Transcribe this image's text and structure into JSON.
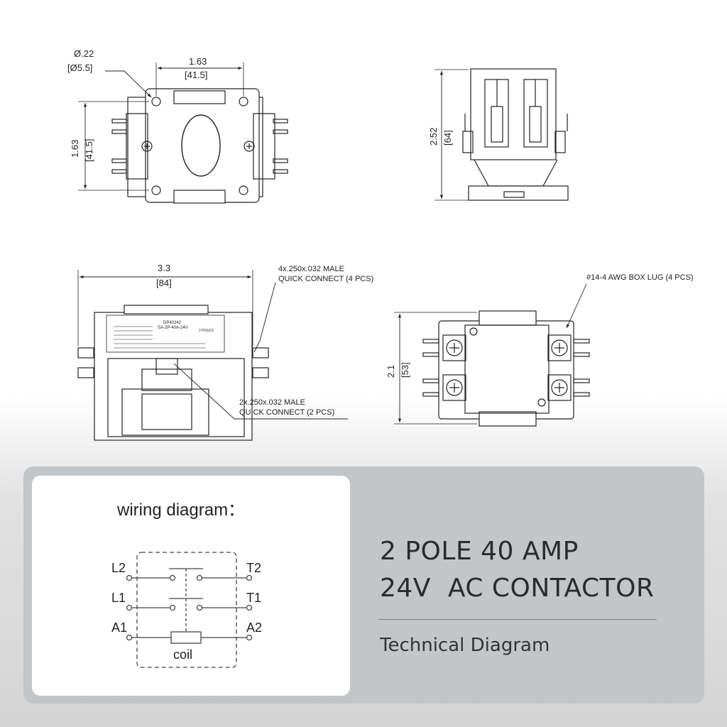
{
  "top_view": {
    "hole_dia_in": "Ø.22",
    "hole_dia_mm": "[Ø5.5]",
    "hole_spacing_in": "1.63",
    "hole_spacing_mm": "[41.5]",
    "height_in": "1.63",
    "height_mm": "[41.5]"
  },
  "side_view": {
    "height_in": "2.52",
    "height_mm": "[64]"
  },
  "front_view": {
    "width_in": "3.3",
    "width_mm": "[84]",
    "quick_connect_4_line1": "4x.250x.032 MALE",
    "quick_connect_4_line2": "QUICK CONNECT (4 PCS)",
    "quick_connect_2_line1": "2x.250x.032 MALE",
    "quick_connect_2_line2": "QUICK CONNECT (2 PCS)",
    "label_model": "DP40242",
    "label_part": "SA-2P-40A-24V",
    "label_poles": "2 POLES"
  },
  "bottom_view": {
    "height_in": "2.1",
    "height_mm": "[53]",
    "box_lug_note": "#14-4 AWG  BOX LUG (4 PCS)"
  },
  "wiring": {
    "title": "wiring diagram：",
    "l2": "L2",
    "t2": "T2",
    "l1": "L1",
    "t1": "T1",
    "a1": "A1",
    "a2": "A2",
    "coil": "coil"
  },
  "product": {
    "line1": "2 POLE 40 AMP",
    "line2": "24V  AC CONTACTOR",
    "subtitle": "Technical Diagram"
  },
  "colors": {
    "panel": "#c3c6c8",
    "card": "#ffffff",
    "line": "#222222"
  }
}
